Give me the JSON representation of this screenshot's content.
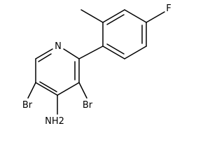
{
  "molecule": {
    "atoms": {
      "n": "N",
      "br_left": "Br",
      "br_right": "Br",
      "amine": "NH2",
      "fluorine": "F"
    }
  }
}
